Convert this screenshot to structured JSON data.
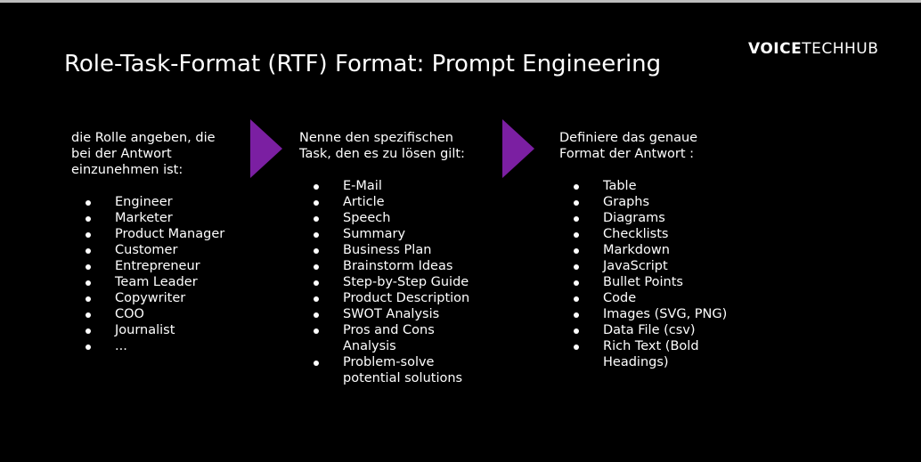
{
  "slide": {
    "title": "Role-Task-Format (RTF) Format: Prompt Engineering",
    "logo_bold": "VOICE",
    "logo_light": "TECHHUB",
    "accent_color": "#7b1fa2"
  },
  "columns": [
    {
      "intro": "die Rolle angeben, die\nbei der Antwort\neinzunehmen ist:",
      "items": [
        "Engineer",
        "Marketer",
        "Product Manager",
        "Customer",
        "Entrepreneur",
        "Team Leader",
        "Copywriter",
        "COO",
        "Journalist",
        "..."
      ]
    },
    {
      "intro": "Nenne den spezifischen\nTask, den es zu lösen gilt:",
      "items": [
        "E-Mail",
        "Article",
        "Speech",
        "Summary",
        "Business Plan",
        "Brainstorm Ideas",
        "Step-by-Step Guide",
        "Product Description",
        "SWOT Analysis",
        "Pros and Cons Analysis",
        "Problem-solve potential solutions"
      ]
    },
    {
      "intro": "Definiere das genaue\nFormat der Antwort :",
      "items": [
        "Table",
        "Graphs",
        "Diagrams",
        "Checklists",
        "Markdown",
        "JavaScript",
        "Bullet Points",
        "Code",
        "Images (SVG, PNG)",
        "Data File (csv)",
        "Rich Text (Bold Headings)"
      ]
    }
  ]
}
